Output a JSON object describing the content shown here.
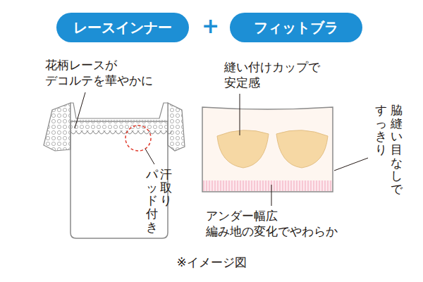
{
  "diagram": {
    "caption": "※イメージ図",
    "nodes": [
      {
        "text": [
          "レースインナー"
        ]
      },
      {
        "text": [
          "フィットブラ"
        ]
      }
    ],
    "labels": [
      "+",
      "花柄レースが デコルテを華やかに",
      "汗取り",
      "パッド付き",
      "縫い付けカップで 安定感",
      "脇縫い目なしで",
      "すっきり",
      "アンダー幅広 編み地の変化でやわらか"
    ]
  }
}
